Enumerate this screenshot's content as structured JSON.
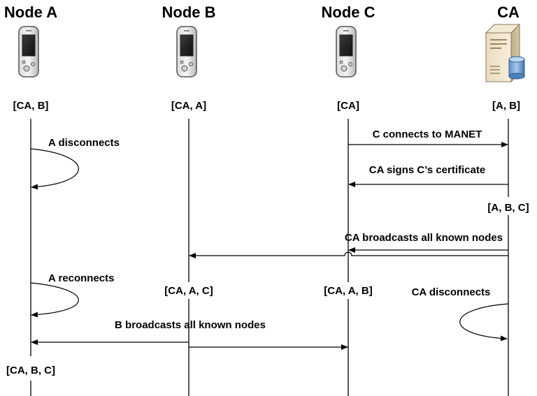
{
  "nodes": {
    "a": {
      "title": "Node A",
      "icon": "mobile-phone-icon"
    },
    "b": {
      "title": "Node B",
      "icon": "mobile-phone-icon"
    },
    "c": {
      "title": "Node C",
      "icon": "mobile-phone-icon"
    },
    "ca": {
      "title": "CA",
      "icon": "server-icon"
    }
  },
  "states": {
    "a_initial": "[CA, B]",
    "b_initial": "[CA, A]",
    "c_initial": "[CA]",
    "ca_initial": "[A, B]",
    "ca_after_sign": "[A, B, C]",
    "b_after_broadcast": "[CA, A, C]",
    "c_after_broadcast": "[CA, A, B]",
    "a_final": "[CA, B, C]"
  },
  "messages": {
    "a_disconnects": "A disconnects",
    "c_connects": "C connects to MANET",
    "ca_signs": "CA signs C’s certificate",
    "ca_broadcasts": "CA broadcasts all known nodes",
    "a_reconnects": "A reconnects",
    "ca_disconnects": "CA disconnects",
    "b_broadcasts": "B broadcasts all known nodes"
  }
}
